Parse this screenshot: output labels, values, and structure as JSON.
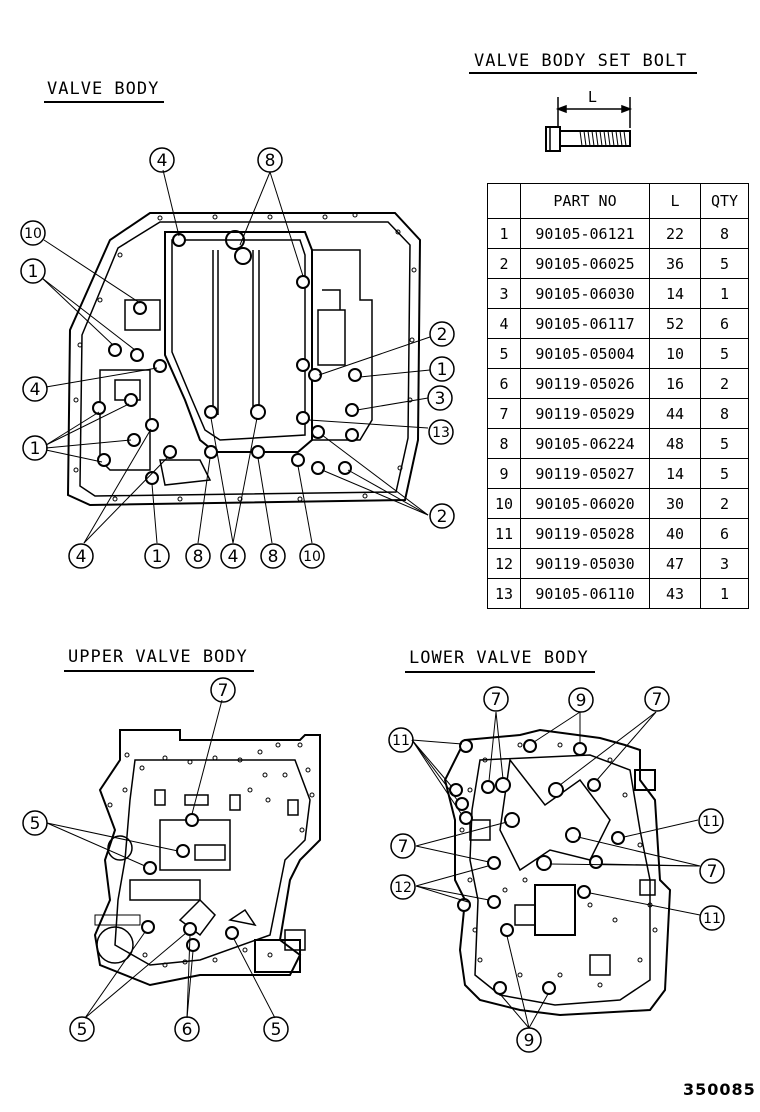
{
  "titles": {
    "valve_body": "VALVE BODY",
    "set_bolt": "VALVE BODY SET BOLT",
    "upper": "UPPER VALVE BODY",
    "lower": "LOWER VALVE BODY"
  },
  "bolt_dim_label": "L",
  "table": {
    "headers": [
      "PART NO",
      "L",
      "QTY"
    ],
    "rows": [
      {
        "no": "1",
        "part": "90105-06121",
        "l": "22",
        "qty": "8"
      },
      {
        "no": "2",
        "part": "90105-06025",
        "l": "36",
        "qty": "5"
      },
      {
        "no": "3",
        "part": "90105-06030",
        "l": "14",
        "qty": "1"
      },
      {
        "no": "4",
        "part": "90105-06117",
        "l": "52",
        "qty": "6"
      },
      {
        "no": "5",
        "part": "90105-05004",
        "l": "10",
        "qty": "5"
      },
      {
        "no": "6",
        "part": "90119-05026",
        "l": "16",
        "qty": "2"
      },
      {
        "no": "7",
        "part": "90119-05029",
        "l": "44",
        "qty": "8"
      },
      {
        "no": "8",
        "part": "90105-06224",
        "l": "48",
        "qty": "5"
      },
      {
        "no": "9",
        "part": "90119-05027",
        "l": "14",
        "qty": "5"
      },
      {
        "no": "10",
        "part": "90105-06020",
        "l": "30",
        "qty": "2"
      },
      {
        "no": "11",
        "part": "90119-05028",
        "l": "40",
        "qty": "6"
      },
      {
        "no": "12",
        "part": "90119-05030",
        "l": "47",
        "qty": "3"
      },
      {
        "no": "13",
        "part": "90105-06110",
        "l": "43",
        "qty": "1"
      }
    ]
  },
  "callout_labels": {
    "vb_4a": "4",
    "vb_8a": "8",
    "vb_10a": "10",
    "vb_1a": "1",
    "vb_4b": "4",
    "vb_1b": "1",
    "vb_4c": "4",
    "vb_1c": "1",
    "vb_8b": "8",
    "vb_4d": "4",
    "vb_8c": "8",
    "vb_10b": "10",
    "vb_2a": "2",
    "vb_1d": "1",
    "vb_3": "3",
    "vb_13": "13",
    "vb_2b": "2",
    "up_7": "7",
    "up_5a": "5",
    "up_5b": "5",
    "up_6": "6",
    "up_5c": "5",
    "lo_11a": "11",
    "lo_7a": "7",
    "lo_9a": "9",
    "lo_7b": "7",
    "lo_11b": "11",
    "lo_7c": "7",
    "lo_7d": "7",
    "lo_12": "12",
    "lo_11c": "11",
    "lo_9b": "9"
  },
  "figure_code": "350085"
}
